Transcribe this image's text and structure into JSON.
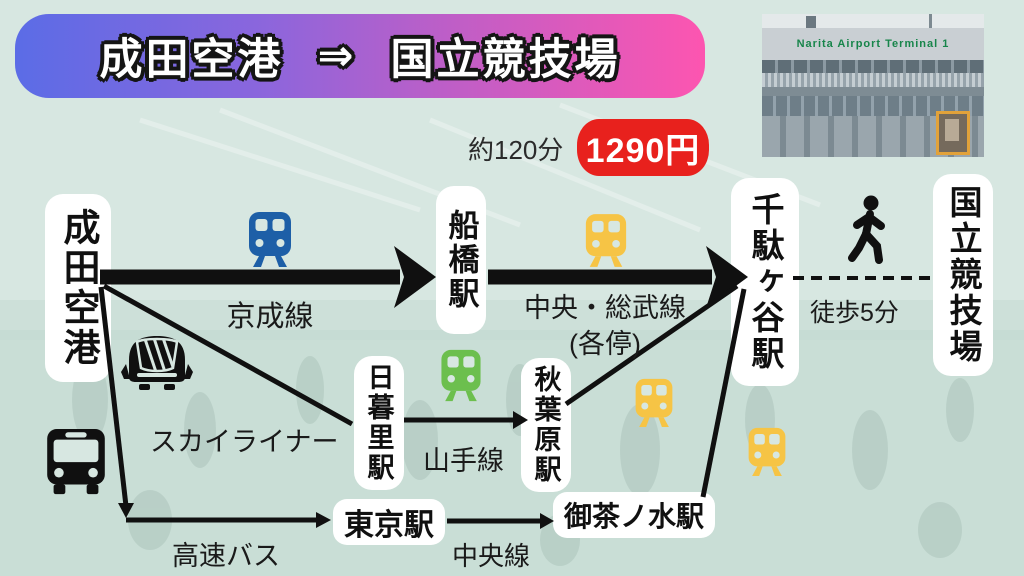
{
  "banner": {
    "from": "成田空港",
    "arrow": "⇒",
    "to": "国立競技場"
  },
  "photo": {
    "sign_text": "Narita Airport Terminal 1"
  },
  "trip": {
    "duration": "約120分",
    "fare": "1290円"
  },
  "stations": {
    "narita": {
      "name": "成田空港"
    },
    "funabashi": {
      "name": "船橋駅"
    },
    "sendagaya": {
      "name": "千駄ヶ谷駅"
    },
    "kokuritsu": {
      "name": "国立競技場"
    },
    "nippori": {
      "name": "日暮里駅"
    },
    "akihabara": {
      "name": "秋葉原駅"
    },
    "tokyo": {
      "name": "東京駅"
    },
    "ochanomizu": {
      "name": "御茶ノ水駅"
    }
  },
  "lines": {
    "keisei": {
      "label": "京成線",
      "icon": "train-icon",
      "color": "#1d5fa7"
    },
    "chuo_sobu": {
      "label": "中央・総武線",
      "note": "(各停)",
      "icon": "train-icon",
      "color": "#f6c445"
    },
    "skyliner": {
      "label": "スカイライナー",
      "icon": "express-train-icon",
      "color": "#101010"
    },
    "yamanote": {
      "label": "山手線",
      "icon": "train-icon",
      "color": "#6cbf4e"
    },
    "highway_bus": {
      "label": "高速バス",
      "icon": "bus-icon",
      "color": "#101010"
    },
    "chuo": {
      "label": "中央線",
      "icon": "train-icon",
      "color": "#f6c445"
    },
    "walk": {
      "label": "徒歩5分",
      "icon": "walking-person-icon"
    }
  },
  "colors": {
    "background": "#d7e7e1",
    "fare_badge": "#e8211d",
    "banner_gradient_start": "#5b6ce6",
    "banner_gradient_end": "#fd55b0",
    "photo_sign_green": "#17854a",
    "route_line": "#101010"
  }
}
